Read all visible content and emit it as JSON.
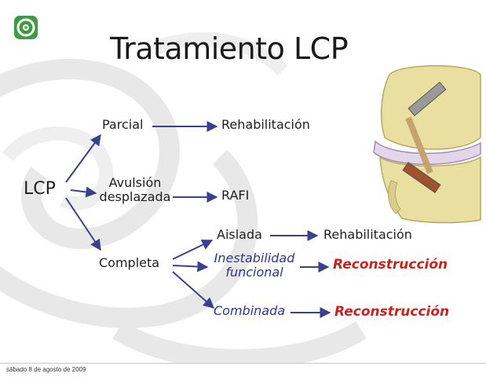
{
  "slide": {
    "title": "Tratamiento LCP",
    "footer": "sábado 8 de agosto de 2009"
  },
  "diagram": {
    "root": "LCP",
    "branches": {
      "parcial": "Parcial",
      "avulsion_line1": "Avulsión",
      "avulsion_line2": "desplazada",
      "completa": "Completa"
    },
    "outcomes": {
      "parcial": "Rehabilitación",
      "avulsion": "RAFI",
      "aislada": "Rehabilitación",
      "inestabilidad": "Reconstrucción",
      "combinada": "Reconstrucción"
    },
    "completa_sub": {
      "aislada": "Aislada",
      "inestabilidad_line1": "Inestabilidad",
      "inestabilidad_line2": "funcional",
      "combinada": "Combinada"
    }
  },
  "colors": {
    "arrow": "#3b3f8f",
    "emphasis": "#c8241d",
    "swirl": "#e6e6e6",
    "bone": "#e9dfa0",
    "meniscus": "#e4d6ea",
    "logo": "#3f9a44"
  }
}
